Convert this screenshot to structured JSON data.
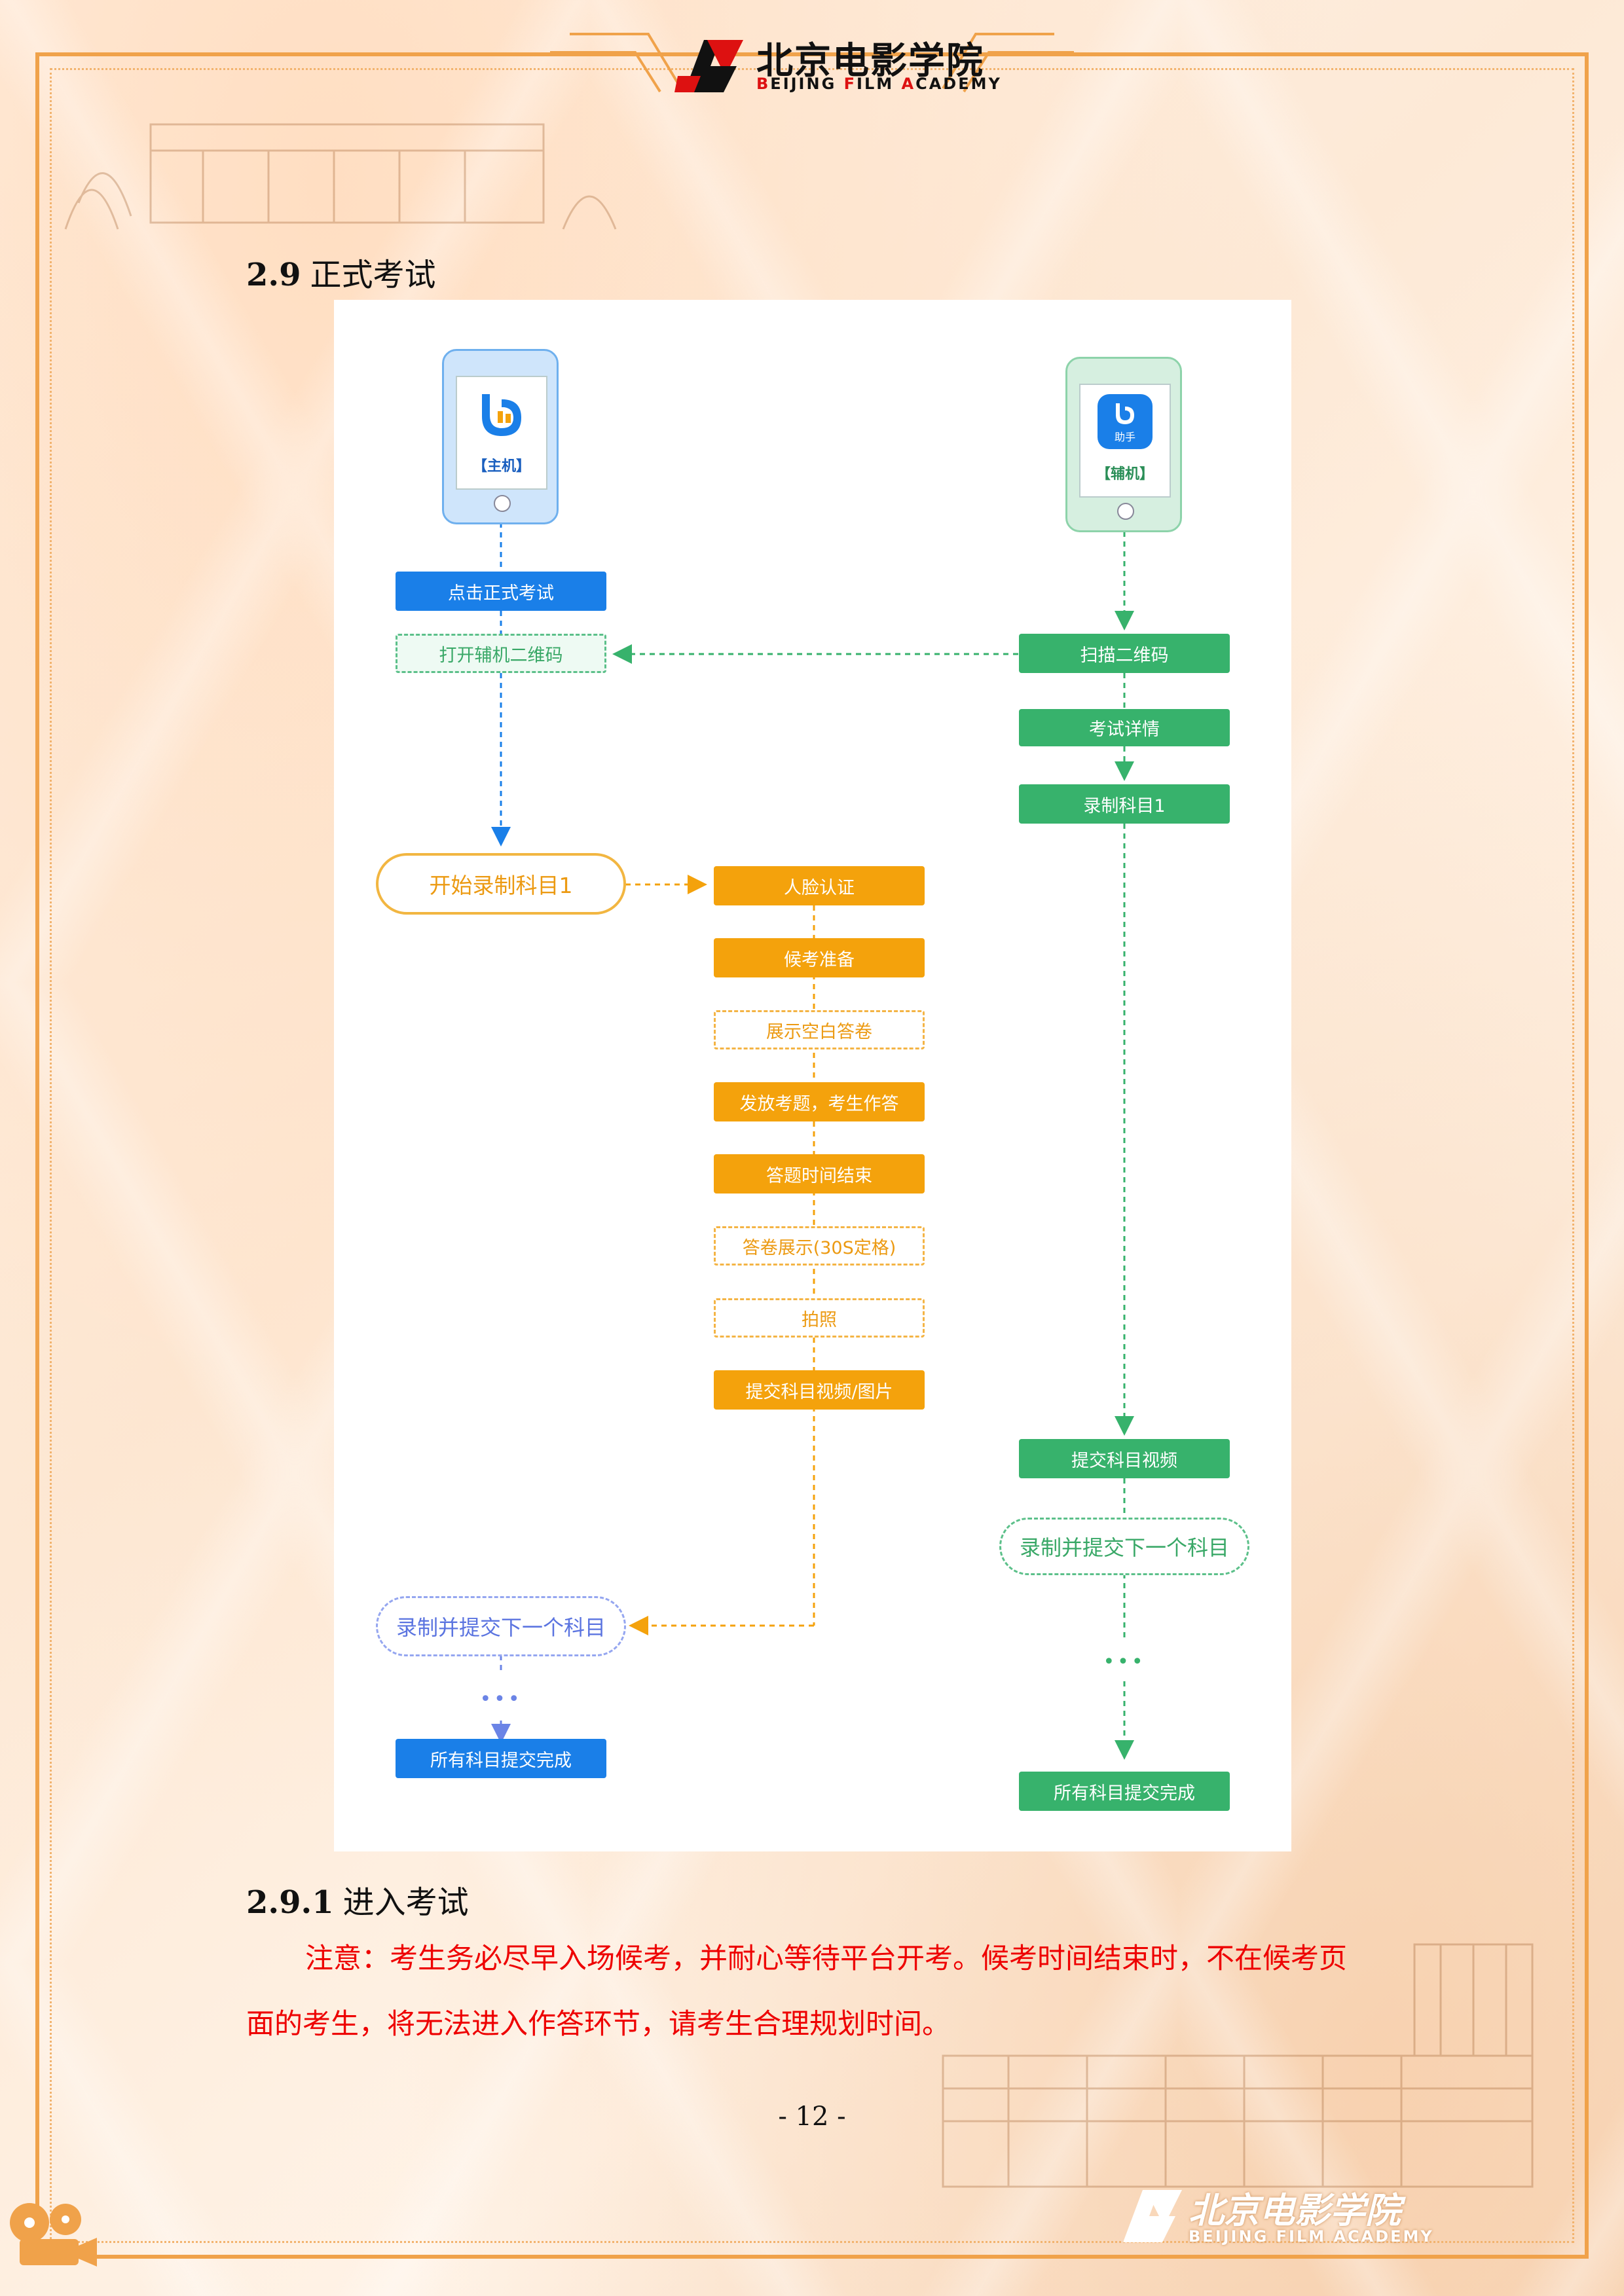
{
  "header": {
    "logo_cn": "北京电影学院",
    "logo_en_parts": [
      "B",
      "EIJING ",
      "F",
      "ILM ",
      "A",
      "CADEMY"
    ]
  },
  "section": {
    "heading_num": "2.9",
    "heading_text": "正式考试"
  },
  "flowchart": {
    "host_phone_label": "【主机】",
    "aux_phone_label": "【辅机】",
    "aux_icon_text": "助手",
    "host_steps": {
      "click_exam": "点击正式考试",
      "open_qr": "打开辅机二维码",
      "start_record": "开始录制科目1",
      "next_subject": "录制并提交下一个科目",
      "ellipsis": "•••",
      "all_done": "所有科目提交完成"
    },
    "middle_steps": [
      "人脸认证",
      "候考准备",
      "展示空白答卷",
      "发放考题，考生作答",
      "答题时间结束",
      "答卷展示(30S定格)",
      "拍照",
      "提交科目视频/图片"
    ],
    "aux_steps": {
      "scan_qr": "扫描二维码",
      "exam_detail": "考试详情",
      "record_subject": "录制科目1",
      "submit_video": "提交科目视频",
      "next_subject": "录制并提交下一个科目",
      "ellipsis": "•••",
      "all_done": "所有科目提交完成"
    }
  },
  "subsection": {
    "heading_num": "2.9.1",
    "heading_text": "进入考试"
  },
  "notice": {
    "line1": "注意：考生务必尽早入场候考，并耐心等待平台开考。候考时间结束时，不在候考页",
    "line2": "面的考生，将无法进入作答环节，请考生合理规划时间。"
  },
  "footer": {
    "page_number": "- 12 -",
    "logo_cn": "北京电影学院",
    "logo_en": "BEIJING FILM ACADEMY"
  },
  "colors": {
    "frame": "#f0a24a",
    "blue": "#1a7fe8",
    "green": "#37b26c",
    "orange": "#f4a20c",
    "notice_red": "#ee0000"
  }
}
